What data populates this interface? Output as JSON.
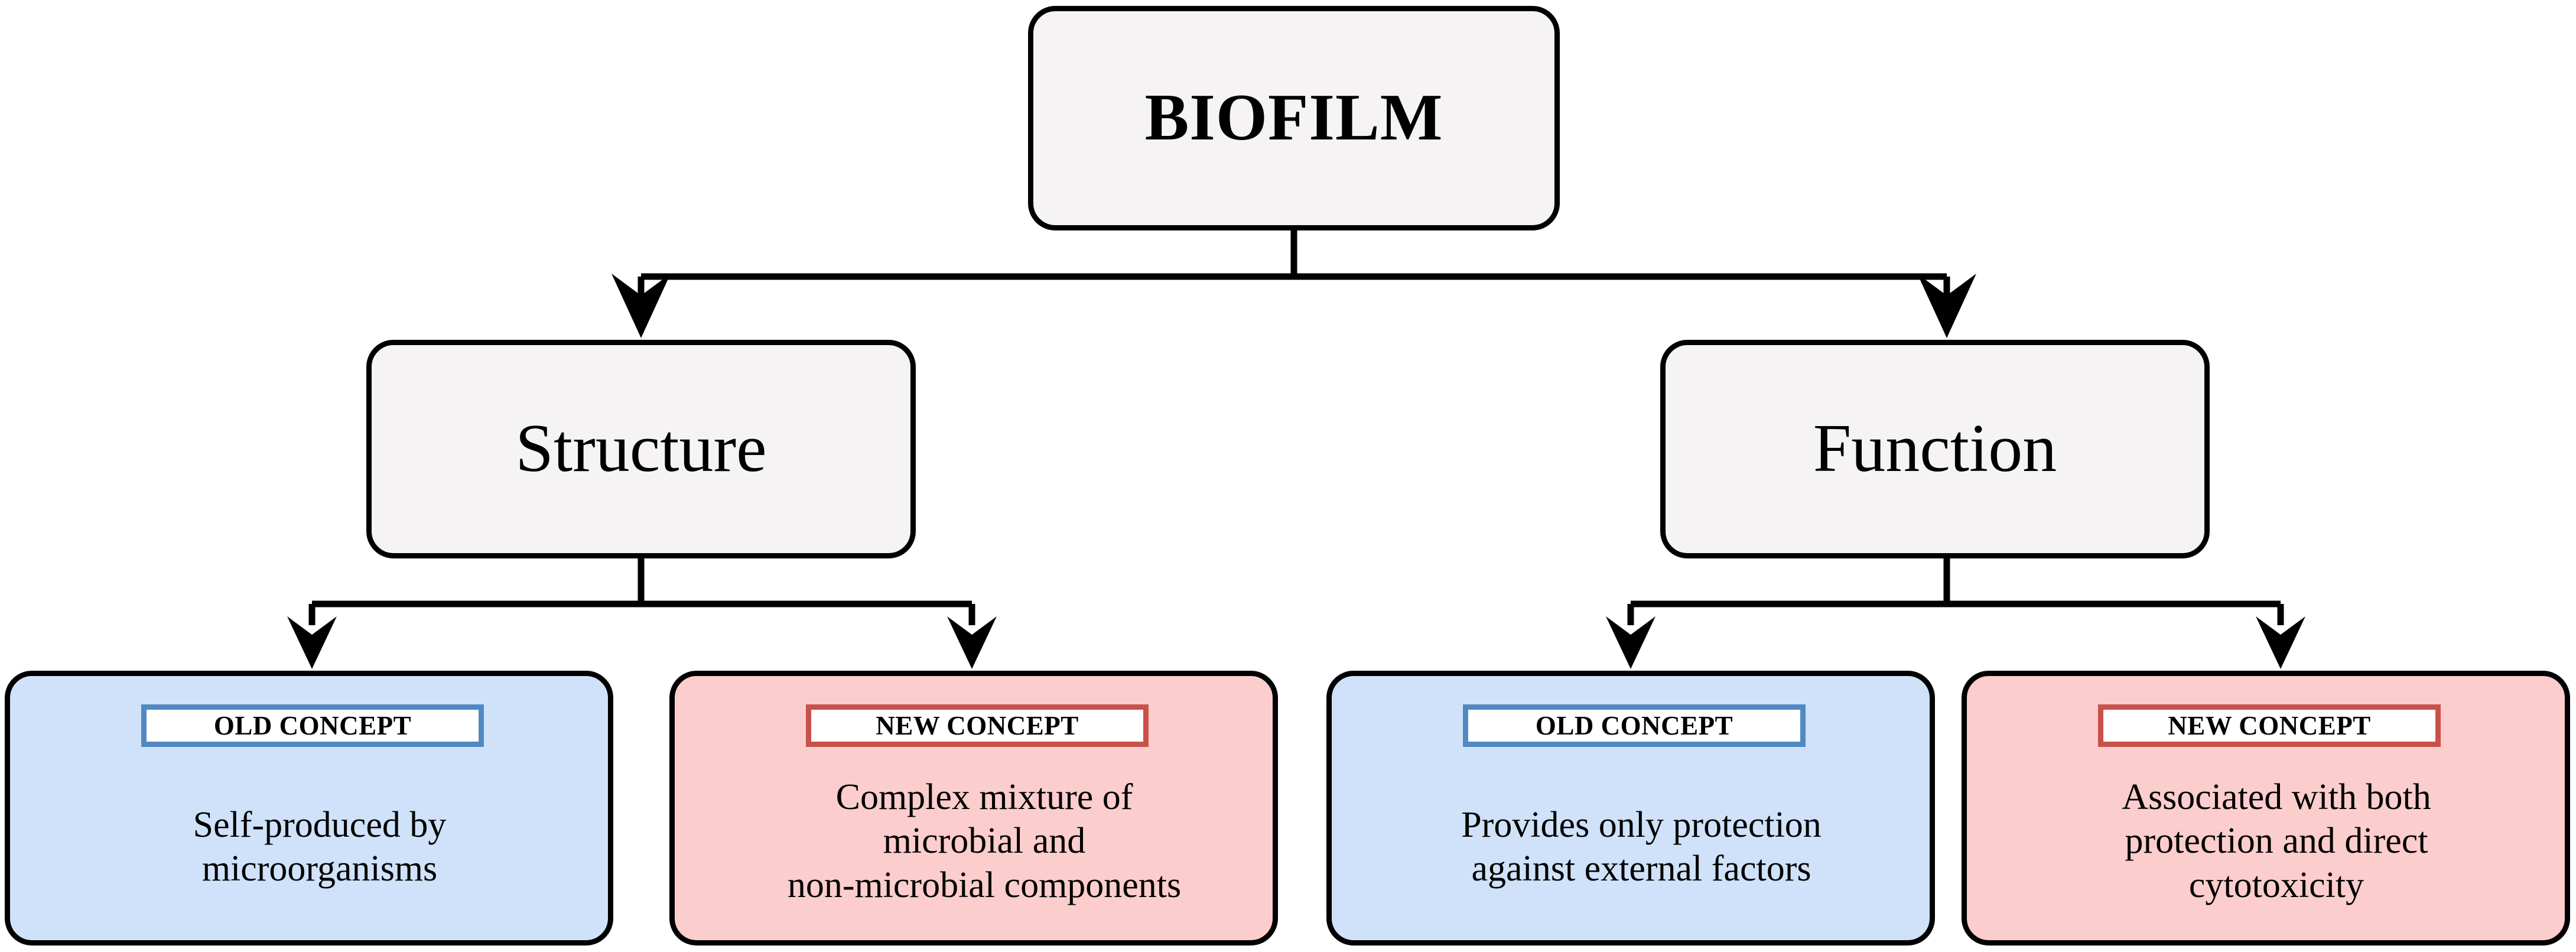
{
  "diagram": {
    "root": {
      "label": "BIOFILM"
    },
    "branches": [
      {
        "label": "Structure"
      },
      {
        "label": "Function"
      }
    ],
    "leaves": [
      {
        "badge": "OLD CONCEPT",
        "variant": "blue",
        "text": "Self-produced by\nmicroorganisms"
      },
      {
        "badge": "NEW CONCEPT",
        "variant": "pink",
        "text": "Complex mixture of\nmicrobial and\nnon-microbial components"
      },
      {
        "badge": "OLD CONCEPT",
        "variant": "blue",
        "text": "Provides only protection\nagainst external factors"
      },
      {
        "badge": "NEW CONCEPT",
        "variant": "pink",
        "text": "Associated with both\nprotection and direct\ncytotoxicity"
      }
    ],
    "colors": {
      "node_fill": "#f5f3f3",
      "old_concept_fill": "#cfe2f9",
      "new_concept_fill": "#fccdcd",
      "old_concept_border": "#5189c2",
      "new_concept_border": "#c9514c",
      "outline": "#000000",
      "badge_fill": "#ffffff"
    }
  }
}
